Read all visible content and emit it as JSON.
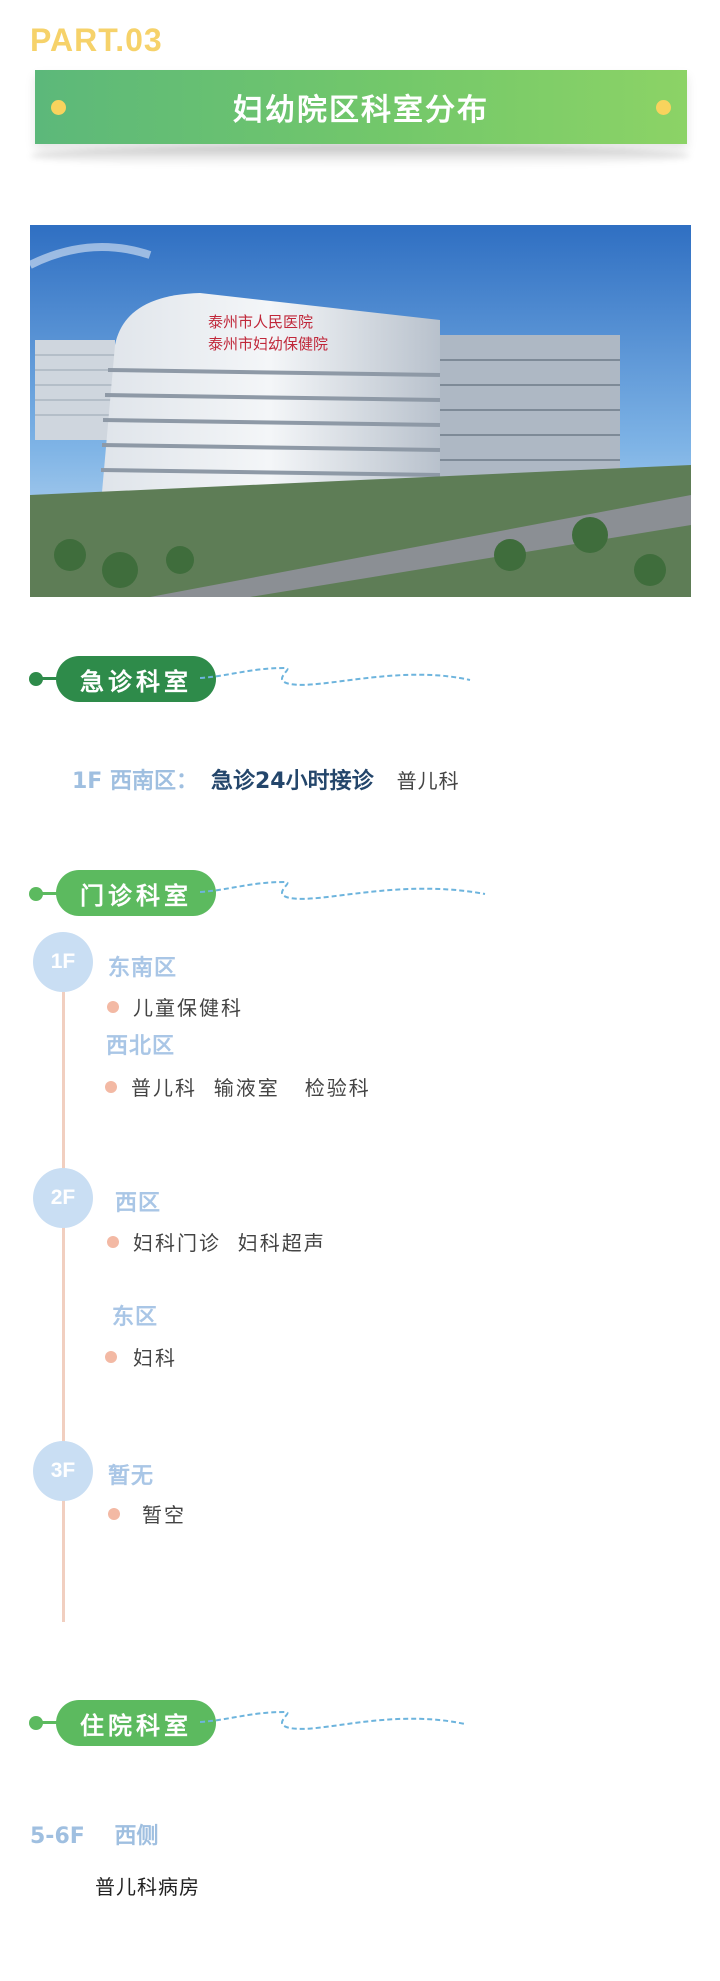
{
  "part_label": "PART.03",
  "title": "妇幼院区科室分布",
  "photo": {
    "sign_line1": "泰州市人民医院",
    "sign_line2": "泰州市妇幼保健院"
  },
  "emergency": {
    "heading": "急诊科室",
    "floor_zone": "1F 西南区：",
    "note": "急诊24小时接诊",
    "dept": "普儿科"
  },
  "outpatient": {
    "heading": "门诊科室",
    "floor1": {
      "badge": "1F",
      "zone_a": "东南区",
      "zone_a_depts": "儿童保健科",
      "zone_b": "西北区",
      "zone_b_depts": "普儿科  输液室   检验科"
    },
    "floor2": {
      "badge": "2F",
      "zone_a": "西区",
      "zone_a_depts": "妇科门诊  妇科超声",
      "zone_b": "东区",
      "zone_b_depts": "妇科"
    },
    "floor3": {
      "badge": "3F",
      "zone_a": "暂无",
      "zone_a_depts": "暂空"
    }
  },
  "inpatient": {
    "heading": "住院科室",
    "floor": "5-6F",
    "zone": "西侧",
    "dept": "普儿科病房"
  },
  "colors": {
    "accent_yellow": "#f6d26a",
    "green_dark": "#2e8b4a",
    "green_light": "#5cba5f",
    "muted_blue": "#9fbfe0",
    "dark_blue": "#24466b",
    "timeline": "#f1cfc0"
  }
}
